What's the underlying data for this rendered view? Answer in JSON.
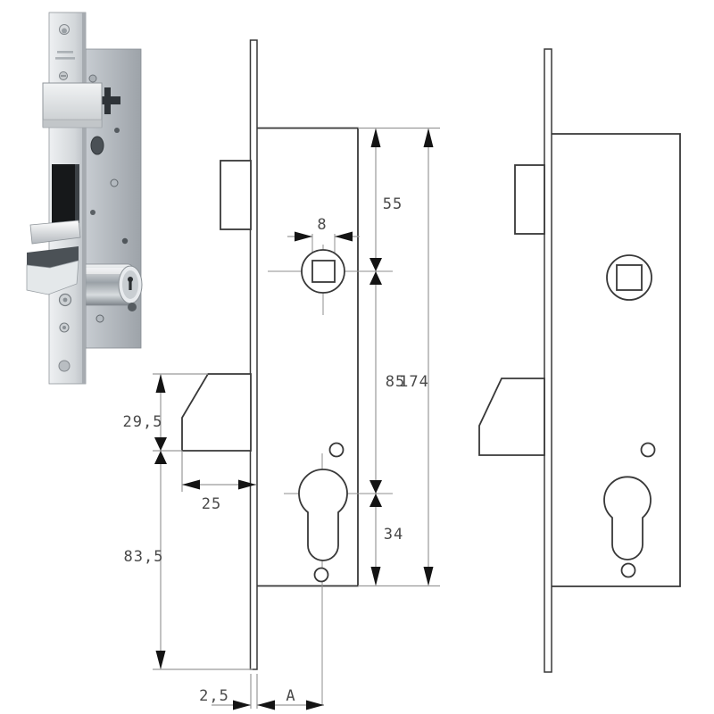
{
  "title": "Mortise lock technical drawing with product photo",
  "colors": {
    "background": "#ffffff",
    "outline": "#383838",
    "dimension_line": "#9a9a9a",
    "arrow": "#141414",
    "dim_text": "#4a4a4a",
    "photo_metal_light": "#e9ecee",
    "photo_metal_mid": "#b9bec3",
    "photo_metal_dark": "#4b5156"
  },
  "views": {
    "photo": {
      "label": "product-photo-of-mortise-lock"
    },
    "middle": {
      "label": "dimensioned-side-view"
    },
    "right": {
      "label": "plain-side-view"
    }
  },
  "dims": {
    "spindle_square": "8",
    "top_to_spindle": "55",
    "spindle_to_cylinder": "85",
    "body_height": "174",
    "cylinder_to_bottom": "34",
    "deadbolt_height": "29,5",
    "deadbolt_throw": "25",
    "lower_section": "83,5",
    "faceplate_thickness": "2,5",
    "backset": "A"
  }
}
